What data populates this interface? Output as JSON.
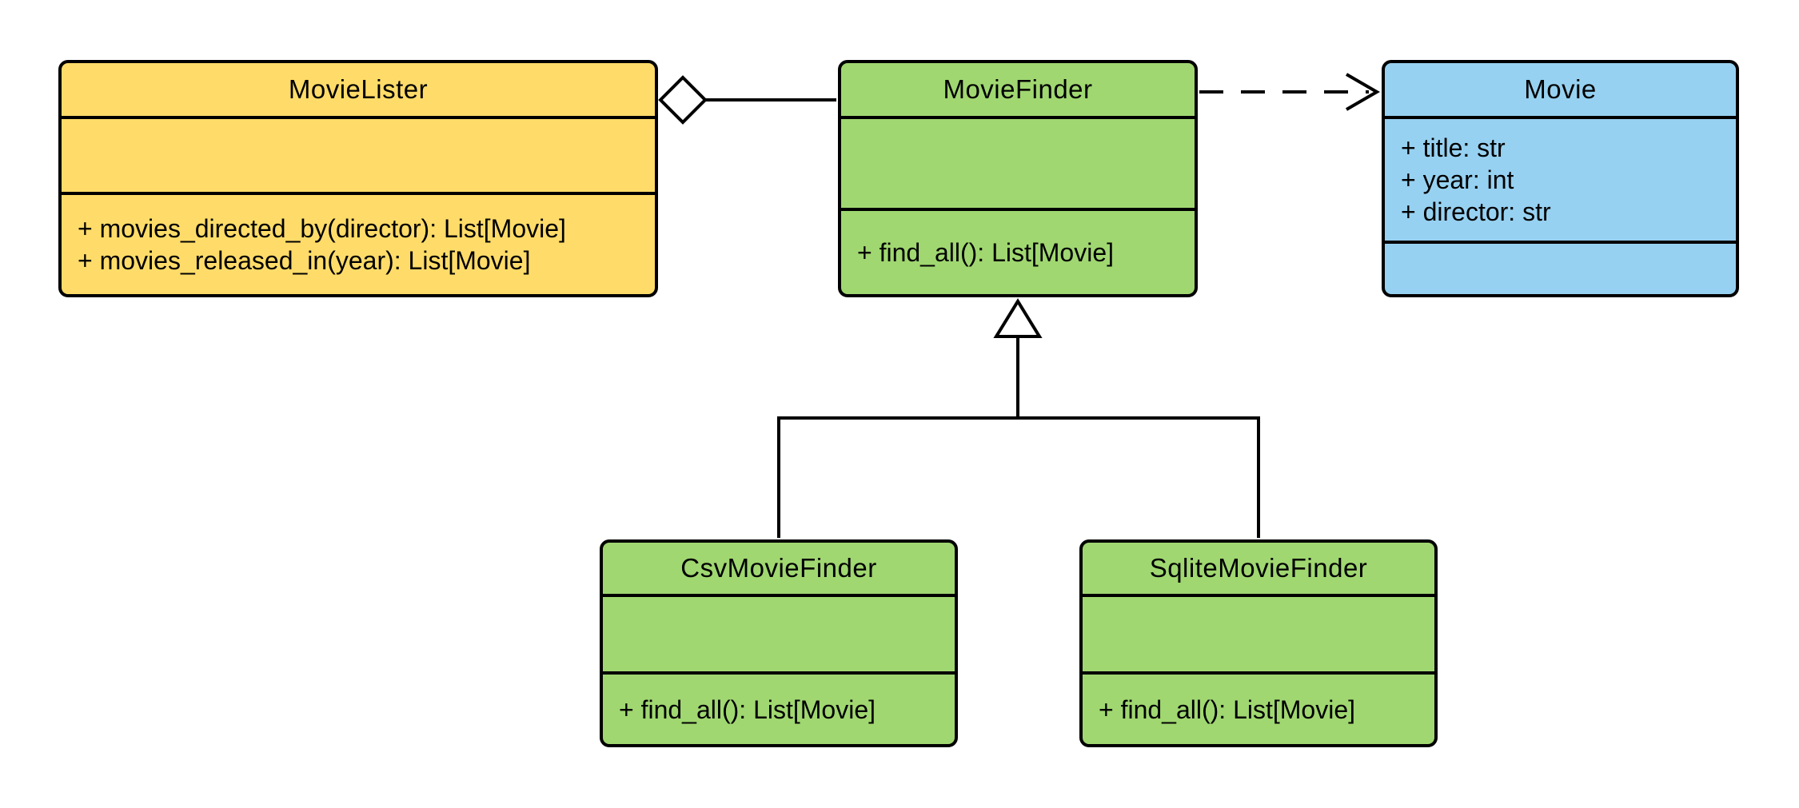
{
  "diagram": {
    "kind": "uml-class-diagram",
    "classes": [
      {
        "name": "MovieLister",
        "color": "#FFDC69",
        "attributes": [],
        "methods": [
          "+ movies_directed_by(director): List[Movie]",
          "+ movies_released_in(year): List[Movie]"
        ]
      },
      {
        "name": "MovieFinder",
        "color": "#A0D771",
        "attributes": [],
        "methods": [
          "+ find_all(): List[Movie]"
        ]
      },
      {
        "name": "Movie",
        "color": "#97D1F1",
        "attributes": [
          "+ title: str",
          "+ year: int",
          "+ director: str"
        ],
        "methods": []
      },
      {
        "name": "CsvMovieFinder",
        "color": "#A0D771",
        "attributes": [],
        "methods": [
          "+ find_all(): List[Movie]"
        ]
      },
      {
        "name": "SqliteMovieFinder",
        "color": "#A0D771",
        "attributes": [],
        "methods": [
          "+ find_all(): List[Movie]"
        ]
      }
    ],
    "relationships": [
      {
        "type": "aggregation",
        "from": "MovieLister",
        "to": "MovieFinder"
      },
      {
        "type": "dependency",
        "from": "MovieFinder",
        "to": "Movie"
      },
      {
        "type": "generalization",
        "from": "CsvMovieFinder",
        "to": "MovieFinder"
      },
      {
        "type": "generalization",
        "from": "SqliteMovieFinder",
        "to": "MovieFinder"
      }
    ]
  },
  "colors": {
    "lister_fill": "#FFDC69",
    "finder_fill": "#A0D771",
    "movie_fill": "#97D1F1",
    "stroke": "#000000",
    "background": "#FFFFFF"
  }
}
